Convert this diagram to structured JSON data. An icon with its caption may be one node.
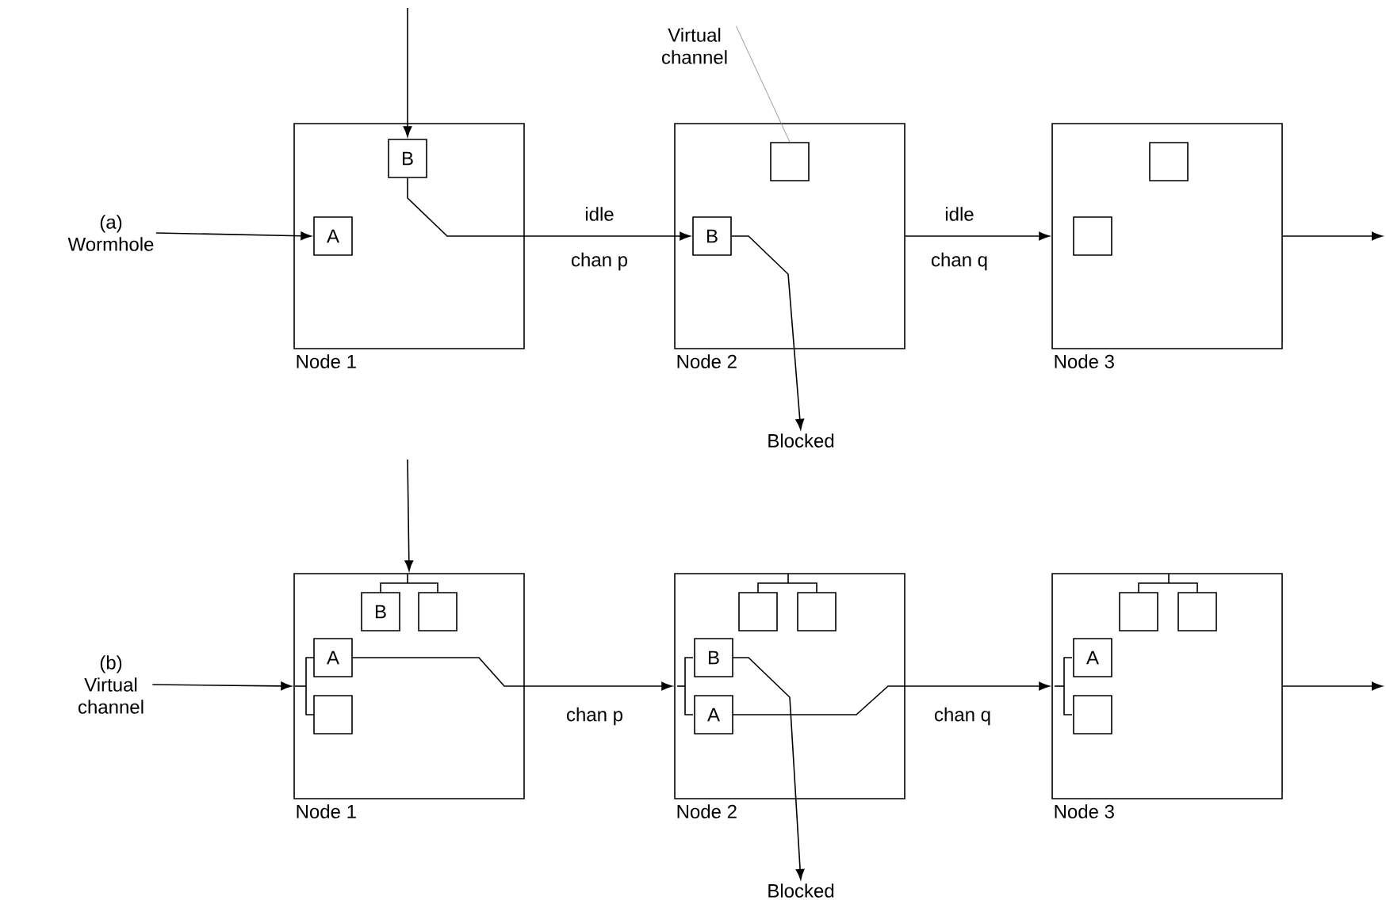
{
  "diagram": {
    "nodes": [
      {
        "text": [
          "Node 1"
        ]
      },
      {
        "text": [
          "A"
        ],
        "in": 0
      },
      {
        "text": [
          "B"
        ],
        "in": 0
      },
      {
        "text": [
          "Node 2"
        ]
      },
      {
        "text": [],
        "shape": "box",
        "in": 3
      },
      {
        "text": [
          "B"
        ],
        "in": 3
      },
      {
        "text": [
          "Node 3"
        ]
      },
      {
        "text": [],
        "shape": "box",
        "in": 6
      },
      {
        "text": [],
        "shape": "box",
        "in": 6
      },
      {
        "text": [
          "(a)",
          "Wormhole"
        ]
      },
      {
        "text": [
          "Blocked"
        ]
      },
      {
        "text": [
          "Virtual channel"
        ]
      },
      {
        "text": [
          "Node 1"
        ]
      },
      {
        "text": [
          "B"
        ],
        "in": 12
      },
      {
        "text": [],
        "shape": "box",
        "in": 12
      },
      {
        "text": [
          "A"
        ],
        "in": 12
      },
      {
        "text": [],
        "shape": "box",
        "in": 12
      },
      {
        "text": [
          "Node 2"
        ]
      },
      {
        "text": [],
        "shape": "box",
        "in": 17
      },
      {
        "text": [],
        "shape": "box",
        "in": 17
      },
      {
        "text": [
          "B"
        ],
        "in": 17
      },
      {
        "text": [
          "A"
        ],
        "in": 17
      },
      {
        "text": [
          "Node 3"
        ]
      },
      {
        "text": [],
        "shape": "box",
        "in": 22
      },
      {
        "text": [],
        "shape": "box",
        "in": 22
      },
      {
        "text": [
          "A"
        ],
        "in": 22
      },
      {
        "text": [],
        "shape": "box",
        "in": 22
      },
      {
        "text": [
          "(b)",
          "Virtual channel"
        ]
      },
      {
        "text": [
          "Blocked"
        ]
      }
    ],
    "edges": [
      {
        "from": 9,
        "to": 1,
        "arrow": "to"
      },
      {
        "from": null,
        "to": 2,
        "arrow": "to"
      },
      {
        "from": 2,
        "to": 5,
        "arrow": "to",
        "label": "chan p"
      },
      {
        "from": 5,
        "to": 10,
        "arrow": "to"
      },
      {
        "from": 3,
        "to": 6,
        "arrow": "to",
        "label": "chan q"
      },
      {
        "from": 6,
        "to": null,
        "arrow": "to"
      },
      {
        "from": 11,
        "to": 4,
        "arrow": "none",
        "color": "#808080"
      },
      {
        "from": 27,
        "to": 12,
        "arrow": "to"
      },
      {
        "from": null,
        "to": 12,
        "arrow": "to"
      },
      {
        "from": 15,
        "to": 17,
        "arrow": "to",
        "label": "chan p"
      },
      {
        "from": 20,
        "to": 28,
        "arrow": "to"
      },
      {
        "from": 21,
        "to": 22,
        "arrow": "to",
        "label": "chan q"
      },
      {
        "from": 22,
        "to": null,
        "arrow": "to"
      }
    ],
    "labels": [
      "idle",
      "idle"
    ]
  }
}
